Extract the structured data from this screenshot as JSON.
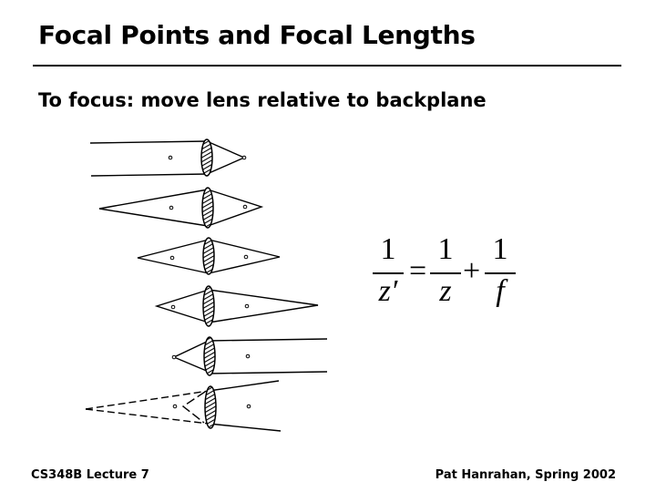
{
  "slide": {
    "title": "Focal Points and Focal Lengths",
    "subtitle": "To focus: move lens relative to backplane",
    "footer_left": "CS348B Lecture 7",
    "footer_right": "Pat Hanrahan, Spring 2002"
  },
  "equation": {
    "lhs_num": "1",
    "lhs_den": "z′",
    "equals": "=",
    "t1_num": "1",
    "t1_den": "z",
    "plus": "+",
    "t2_num": "1",
    "t2_den": "f"
  }
}
